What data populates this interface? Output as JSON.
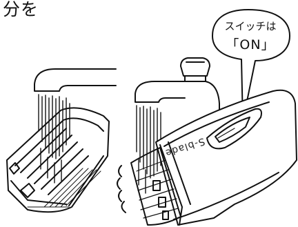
{
  "heading_text": "分を",
  "callout": {
    "line1": "スイッチは",
    "line2": "「ON」"
  },
  "brand_label": "S-blade"
}
